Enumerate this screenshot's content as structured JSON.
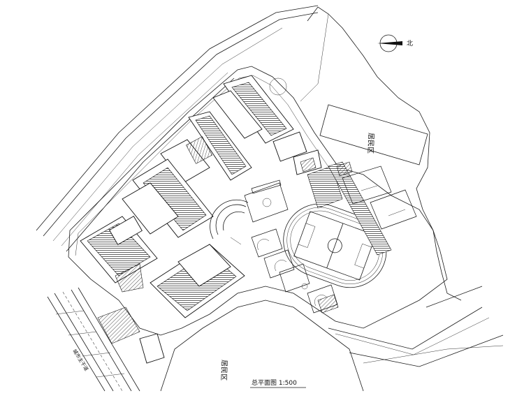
{
  "drawing": {
    "title": "总平面图 1:500",
    "north_symbol": "北",
    "zone_labels": {
      "zone_east": "居民区",
      "zone_south": "居民区"
    },
    "road_label": "城市主干道"
  }
}
